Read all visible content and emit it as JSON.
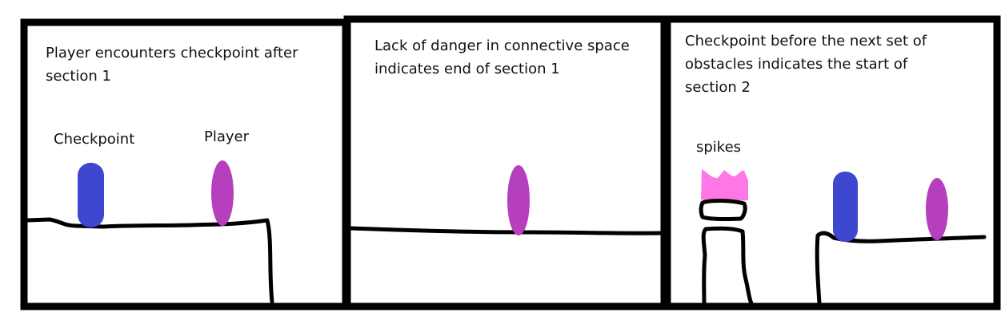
{
  "colors": {
    "checkpoint": "#3d47cf",
    "player": "#b63fbe",
    "spikes": "#ff77e4",
    "ink": "#000000",
    "background": "#ffffff"
  },
  "panels": [
    {
      "caption_lines": [
        "Player encounters checkpoint after",
        "section 1"
      ],
      "labels": {
        "checkpoint": "Checkpoint",
        "player": "Player"
      }
    },
    {
      "caption_lines": [
        "Lack of danger in connective space",
        "indicates end of section 1"
      ]
    },
    {
      "caption_lines": [
        "Checkpoint before the next set of",
        "obstacles indicates the start of",
        "section 2"
      ],
      "labels": {
        "spikes": "spikes"
      }
    }
  ]
}
